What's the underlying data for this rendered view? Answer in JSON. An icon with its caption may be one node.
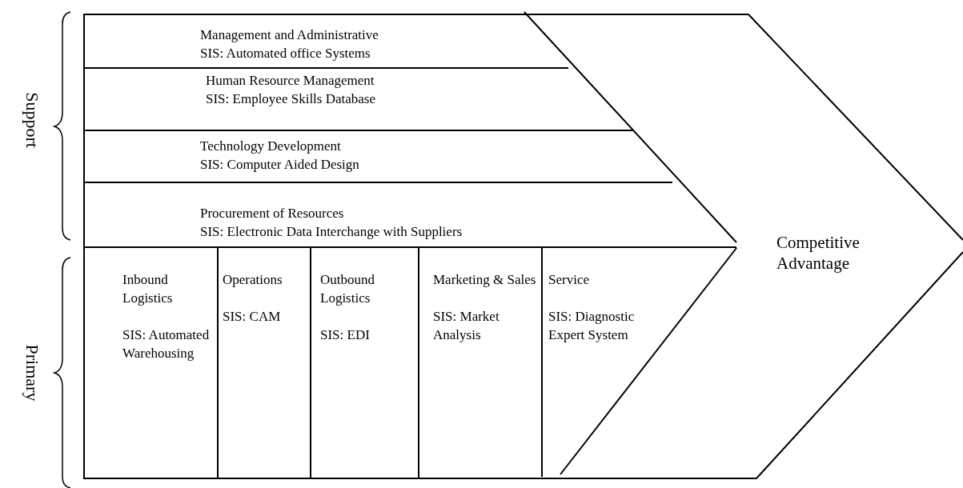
{
  "diagram": {
    "nodes": [
      {
        "text": [
          "Management and Administrative",
          "SIS: Automated office Systems"
        ]
      },
      {
        "text": [
          "Human Resource Management",
          "SIS: Employee Skills Database"
        ]
      },
      {
        "text": [
          "Technology Development",
          "SIS: Computer Aided Design"
        ]
      },
      {
        "text": [
          "Procurement of Resources",
          "SIS: Electronic Data Interchange with Suppliers"
        ]
      },
      {
        "text": [
          "Inbound Logistics",
          "SIS: Automated Warehousing"
        ]
      },
      {
        "text": [
          "Operations",
          "SIS: CAM"
        ]
      },
      {
        "text": [
          "Outbound Logistics",
          "SIS: EDI"
        ]
      },
      {
        "text": [
          "Marketing & Sales",
          "SIS: Market Analysis"
        ]
      },
      {
        "text": [
          "Service",
          "SIS: Diagnostic Expert System"
        ]
      },
      {
        "text": [
          "Competitive Advantage"
        ]
      }
    ],
    "edges": [],
    "labels": [
      "Support",
      "Primary"
    ]
  }
}
